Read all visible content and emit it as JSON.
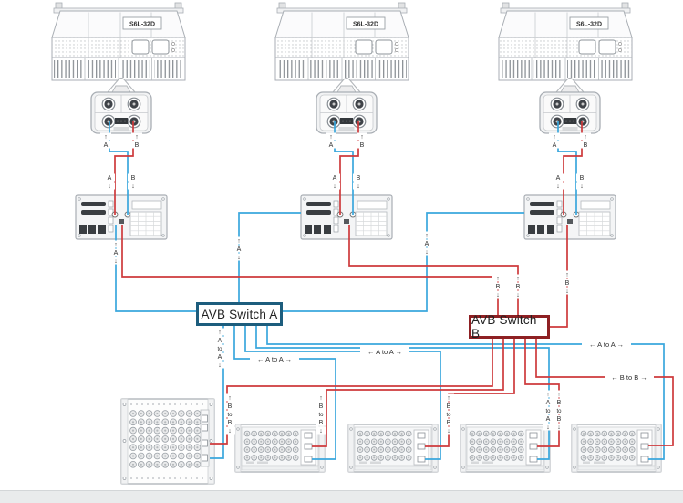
{
  "colors": {
    "cable_a": "#3aa7dd",
    "cable_b": "#ce3a3c",
    "switch_a_border": "#1d5d7d",
    "switch_b_border": "#8e2023",
    "unit_outline": "#a9aeb4",
    "unit_fill": "#f4f5f6",
    "label_text": "#2f2f2f",
    "footer_strip": "#e9ebec"
  },
  "consoles": [
    {
      "label": "S6L-32D"
    },
    {
      "label": "S6L-32D"
    },
    {
      "label": "S6L-32D"
    }
  ],
  "switches": {
    "a": {
      "label": "AVB Switch A"
    },
    "b": {
      "label": "AVB Switch B"
    }
  },
  "labels": {
    "arrow_up": "↑",
    "arrow_down": "↓",
    "a": "A",
    "b": "B",
    "to": "to",
    "a_to_a_h": "← A to A →",
    "b_to_b_h": "← B to B →"
  }
}
